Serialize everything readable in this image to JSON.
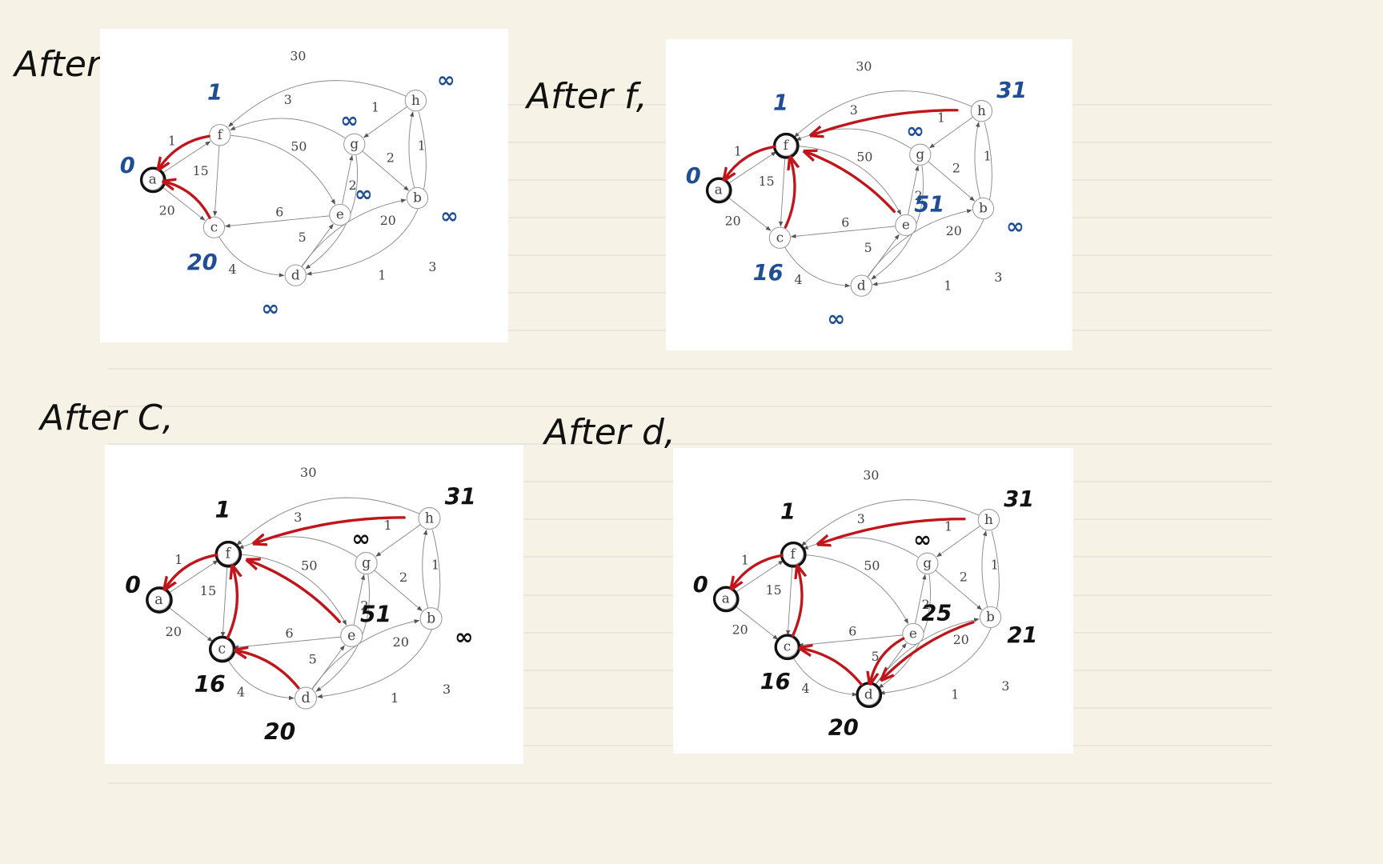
{
  "colors": {
    "paper": "#f6f3e6",
    "ruled_line": "#d9d9d5",
    "card": "#ffffff",
    "edge": "#8a8a8a",
    "node_stroke": "#9a9a9a",
    "text": "#444444",
    "highlight": "#c0161b",
    "blue_ink": "#1f4e96",
    "black_ink": "#111111"
  },
  "graph": {
    "nodes": [
      {
        "id": "a",
        "label": "a"
      },
      {
        "id": "f",
        "label": "f"
      },
      {
        "id": "c",
        "label": "c"
      },
      {
        "id": "d",
        "label": "d"
      },
      {
        "id": "e",
        "label": "e"
      },
      {
        "id": "g",
        "label": "g"
      },
      {
        "id": "h",
        "label": "h"
      },
      {
        "id": "b",
        "label": "b"
      }
    ],
    "edges": [
      {
        "from": "a",
        "to": "f",
        "weight": "1"
      },
      {
        "from": "a",
        "to": "c",
        "weight": "20"
      },
      {
        "from": "f",
        "to": "c",
        "weight": "15"
      },
      {
        "from": "f",
        "to": "e",
        "weight": "50"
      },
      {
        "from": "g",
        "to": "f",
        "weight": "3"
      },
      {
        "from": "h",
        "to": "f",
        "weight": "30"
      },
      {
        "from": "h",
        "to": "g",
        "weight": "1"
      },
      {
        "from": "g",
        "to": "b",
        "weight": "2"
      },
      {
        "from": "b",
        "to": "h",
        "weight": "1"
      },
      {
        "from": "e",
        "to": "c",
        "weight": "6"
      },
      {
        "from": "e",
        "to": "g",
        "weight": "2"
      },
      {
        "from": "c",
        "to": "d",
        "weight": "4"
      },
      {
        "from": "d",
        "to": "e",
        "weight": "5"
      },
      {
        "from": "g",
        "to": "d",
        "weight": "20"
      },
      {
        "from": "d",
        "to": "b",
        "weight": "1"
      },
      {
        "from": "h",
        "to": "d",
        "weight": "3"
      }
    ]
  },
  "panels": [
    {
      "title": "After a,",
      "ink": "blue",
      "visited": [
        "a"
      ],
      "distances": {
        "a": "0",
        "f": "1",
        "c": "20",
        "d": "∞",
        "e": "∞",
        "g": "∞",
        "h": "∞",
        "b": "∞"
      },
      "red_arrows": [
        [
          "f",
          "a"
        ],
        [
          "c",
          "a"
        ]
      ]
    },
    {
      "title": "After f,",
      "ink": "blue",
      "visited": [
        "a",
        "f"
      ],
      "distances": {
        "a": "0",
        "f": "1",
        "c": "16",
        "d": "∞",
        "e": "51",
        "g": "∞",
        "h": "31",
        "b": "∞"
      },
      "red_arrows": [
        [
          "f",
          "a"
        ],
        [
          "h",
          "f"
        ],
        [
          "c",
          "f"
        ],
        [
          "e",
          "f"
        ]
      ]
    },
    {
      "title": "After C,",
      "ink": "black",
      "visited": [
        "a",
        "f",
        "c"
      ],
      "distances": {
        "a": "0",
        "f": "1",
        "c": "16",
        "d": "20",
        "e": "51",
        "g": "∞",
        "h": "31",
        "b": "∞"
      },
      "red_arrows": [
        [
          "f",
          "a"
        ],
        [
          "h",
          "f"
        ],
        [
          "c",
          "f"
        ],
        [
          "e",
          "f"
        ],
        [
          "d",
          "c"
        ]
      ]
    },
    {
      "title": "After d,",
      "ink": "black",
      "visited": [
        "a",
        "f",
        "c",
        "d"
      ],
      "distances": {
        "a": "0",
        "f": "1",
        "c": "16",
        "d": "20",
        "e": "25",
        "g": "∞",
        "h": "31",
        "b": "21"
      },
      "red_arrows": [
        [
          "f",
          "a"
        ],
        [
          "h",
          "f"
        ],
        [
          "c",
          "f"
        ],
        [
          "d",
          "c"
        ],
        [
          "e",
          "d"
        ],
        [
          "b",
          "d"
        ]
      ]
    }
  ]
}
